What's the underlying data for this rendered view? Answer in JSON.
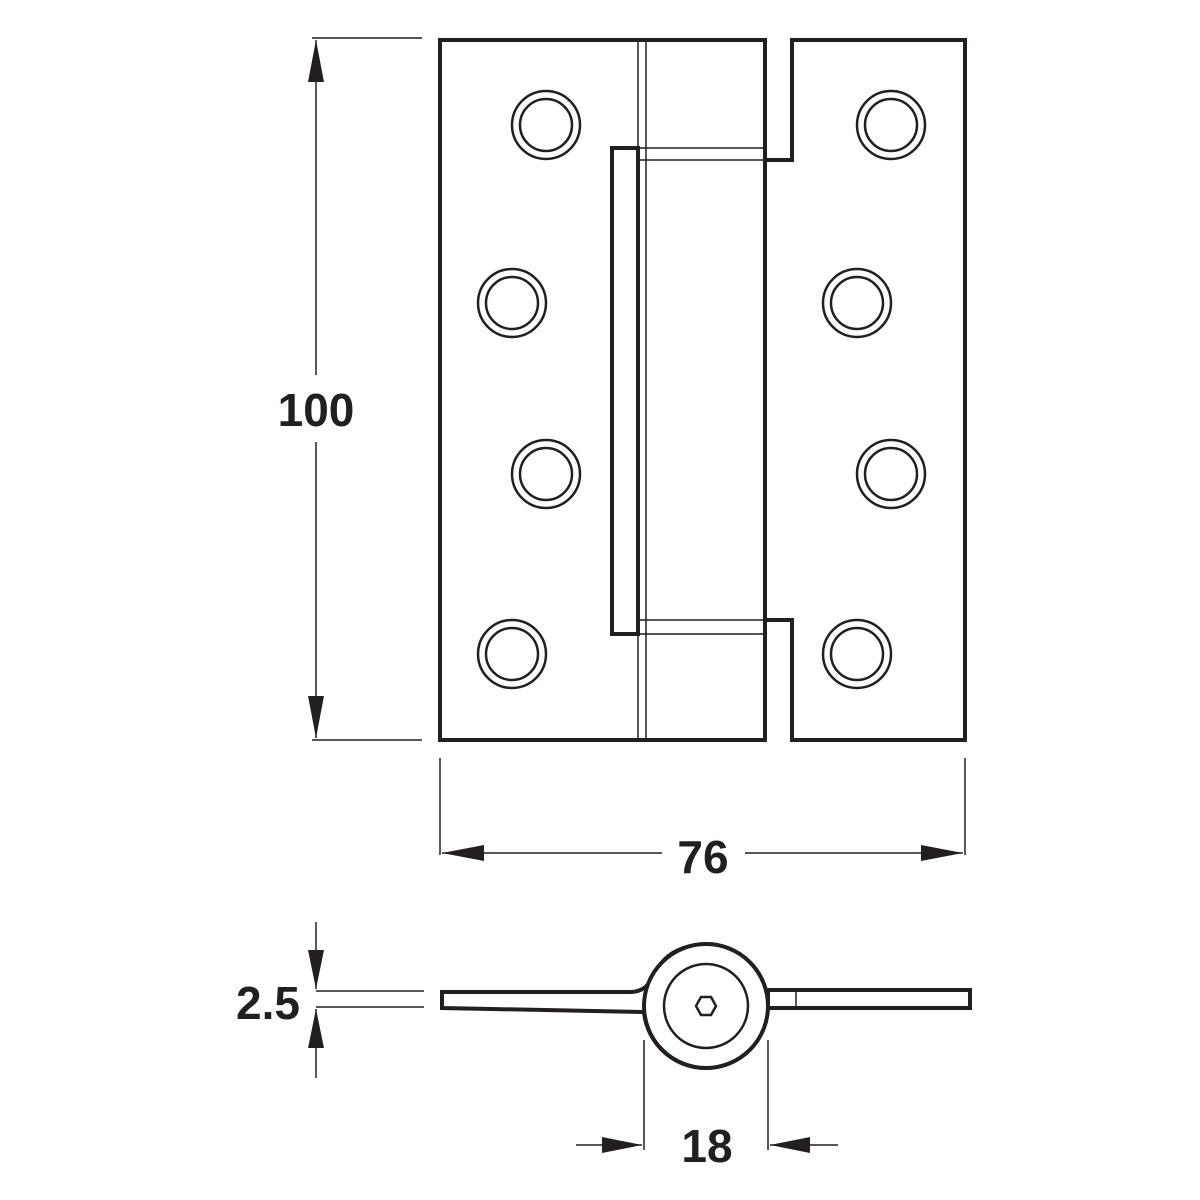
{
  "dimensions": {
    "height": "100",
    "width": "76",
    "thickness": "2.5",
    "knuckle_diameter": "18"
  },
  "colors": {
    "line": "#231f20",
    "background": "#ffffff"
  }
}
